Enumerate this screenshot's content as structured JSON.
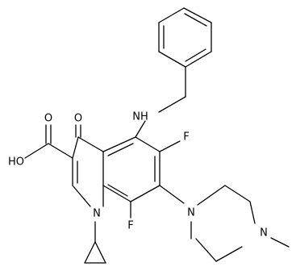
{
  "atoms": {
    "nh": "NH",
    "o_keto": "O",
    "ho": "HO",
    "o_acid": "O",
    "f6": "F",
    "f8": "F",
    "n1": "N",
    "n_pip1": "N",
    "n_pip4": "N"
  },
  "colors": {
    "bond": "#000000",
    "label": "#000000",
    "background": "#ffffff"
  }
}
